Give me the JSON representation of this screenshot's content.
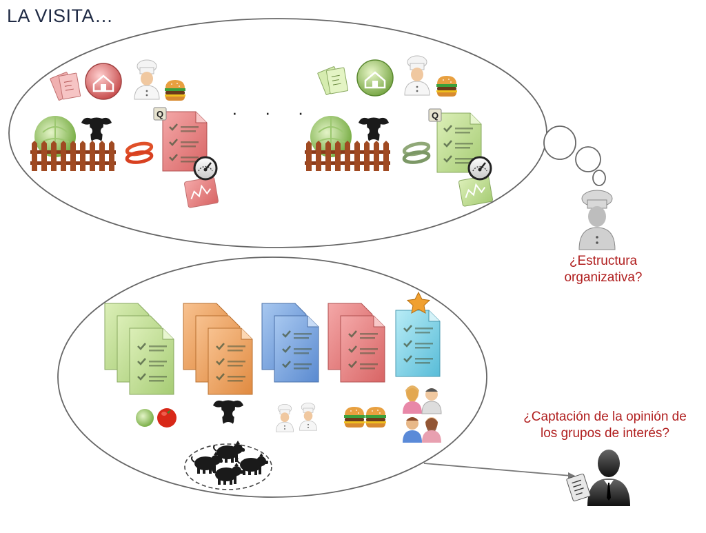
{
  "title": "LA VISITA…",
  "ellipsis": "· · ·",
  "questions": {
    "structure": [
      "¿Estructura",
      "organizativa?"
    ],
    "stakeholders": [
      "¿Captación de la opinión de",
      "los grupos de interés?"
    ]
  },
  "icons": {
    "top_left_group": [
      "documents-icon",
      "house-icon",
      "chef-icon",
      "burger-icon",
      "cabbage-icon",
      "cow-icon",
      "fence-icon",
      "onion-rings-icon",
      "checklist-icon",
      "gauge-icon",
      "chart-icon"
    ],
    "bottom_groups": [
      "checklist-stack-green",
      "checklist-stack-orange",
      "checklist-stack-blue",
      "checklist-stack-red",
      "checklist-starred-cyan"
    ]
  },
  "colors": {
    "red_theme": "#e07878",
    "green_theme": "#b8d98a",
    "orange_theme": "#f0a060",
    "blue_theme": "#7aa6e0",
    "cyan_theme": "#78cce0",
    "question_text": "#b01e1e"
  }
}
